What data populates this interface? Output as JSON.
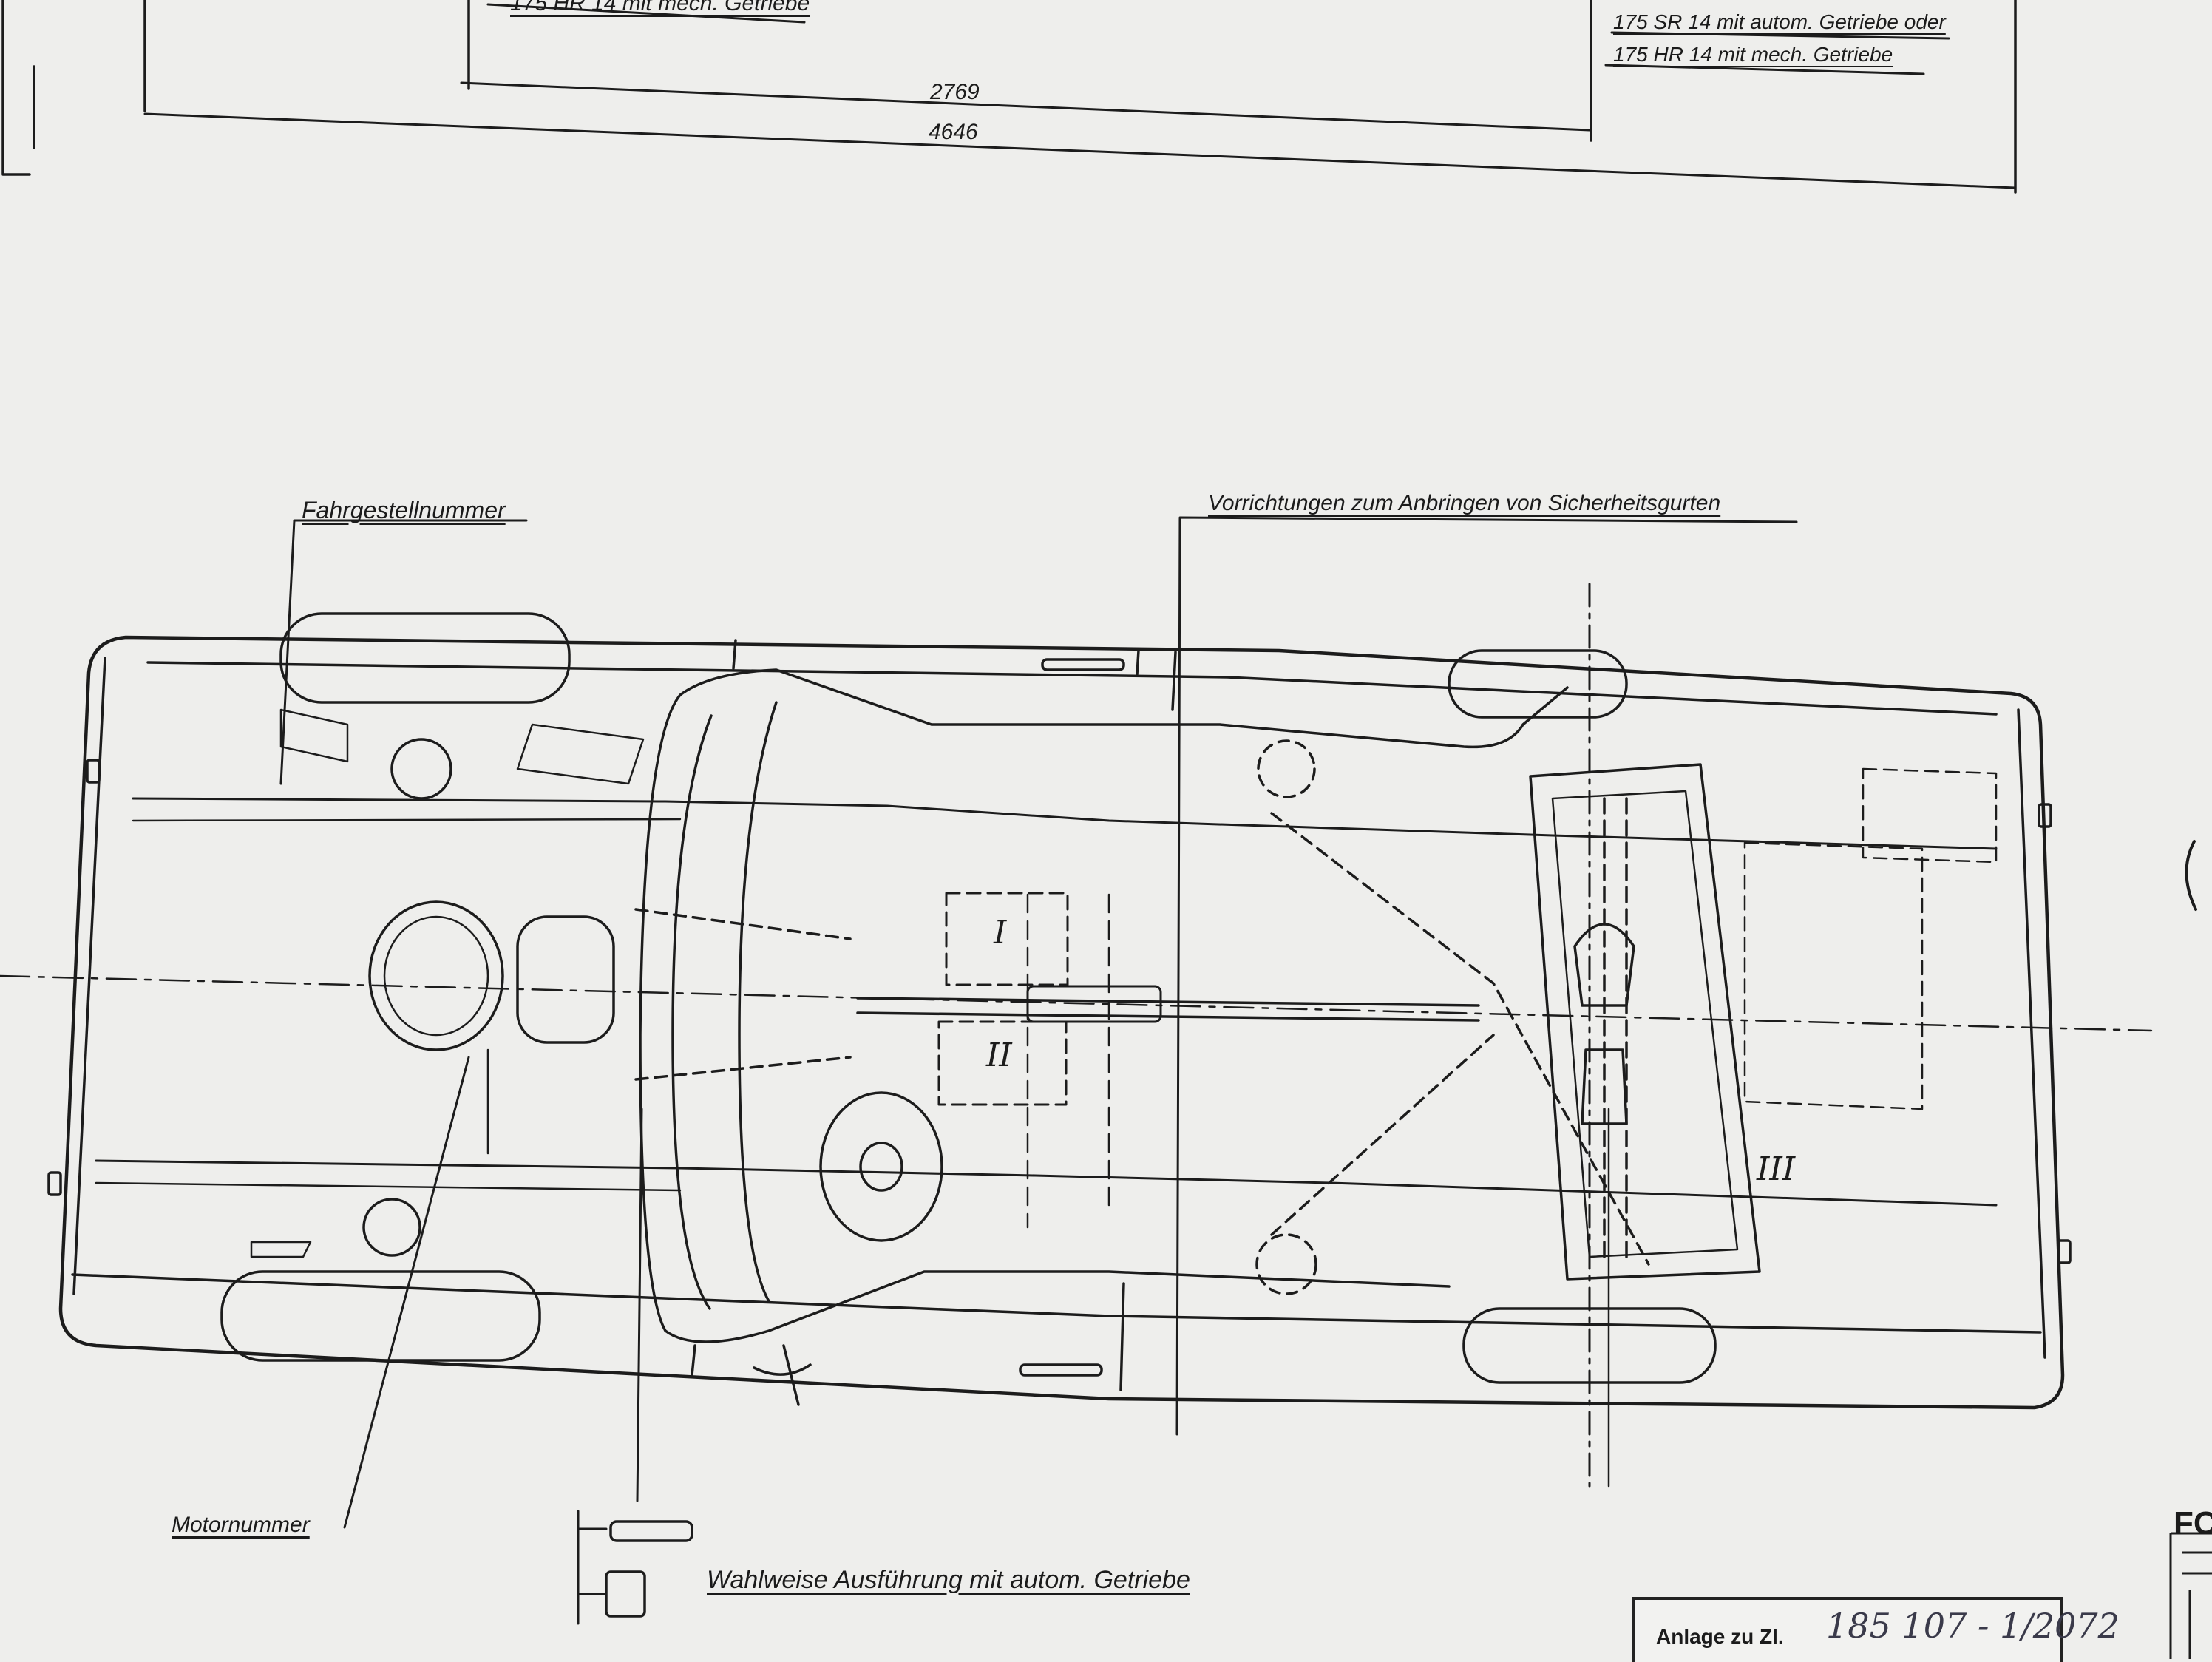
{
  "tyre_note_top_left": "175 HR 14 mit mech. Getriebe",
  "tyre_note_top_right": [
    "175 SR 14 mit autom. Getriebe oder",
    "175 HR 14 mit mech. Getriebe"
  ],
  "dimensions": {
    "wheelbase": "2769",
    "overall_length": "4646"
  },
  "callouts": {
    "chassis_number": "Fahrgestellnummer",
    "seat_belt_mounts": "Vorrichtungen zum Anbringen von Sicherheitsgurten",
    "engine_number": "Motornummer",
    "automatic_option": "Wahlweise Ausführung mit autom. Getriebe"
  },
  "zone_markers": [
    "I",
    "II",
    "III"
  ],
  "title_block": {
    "label": "Anlage zu Zl.",
    "handwritten_ref": "185 107 - 1/2072"
  },
  "edge_fragment": "FC"
}
